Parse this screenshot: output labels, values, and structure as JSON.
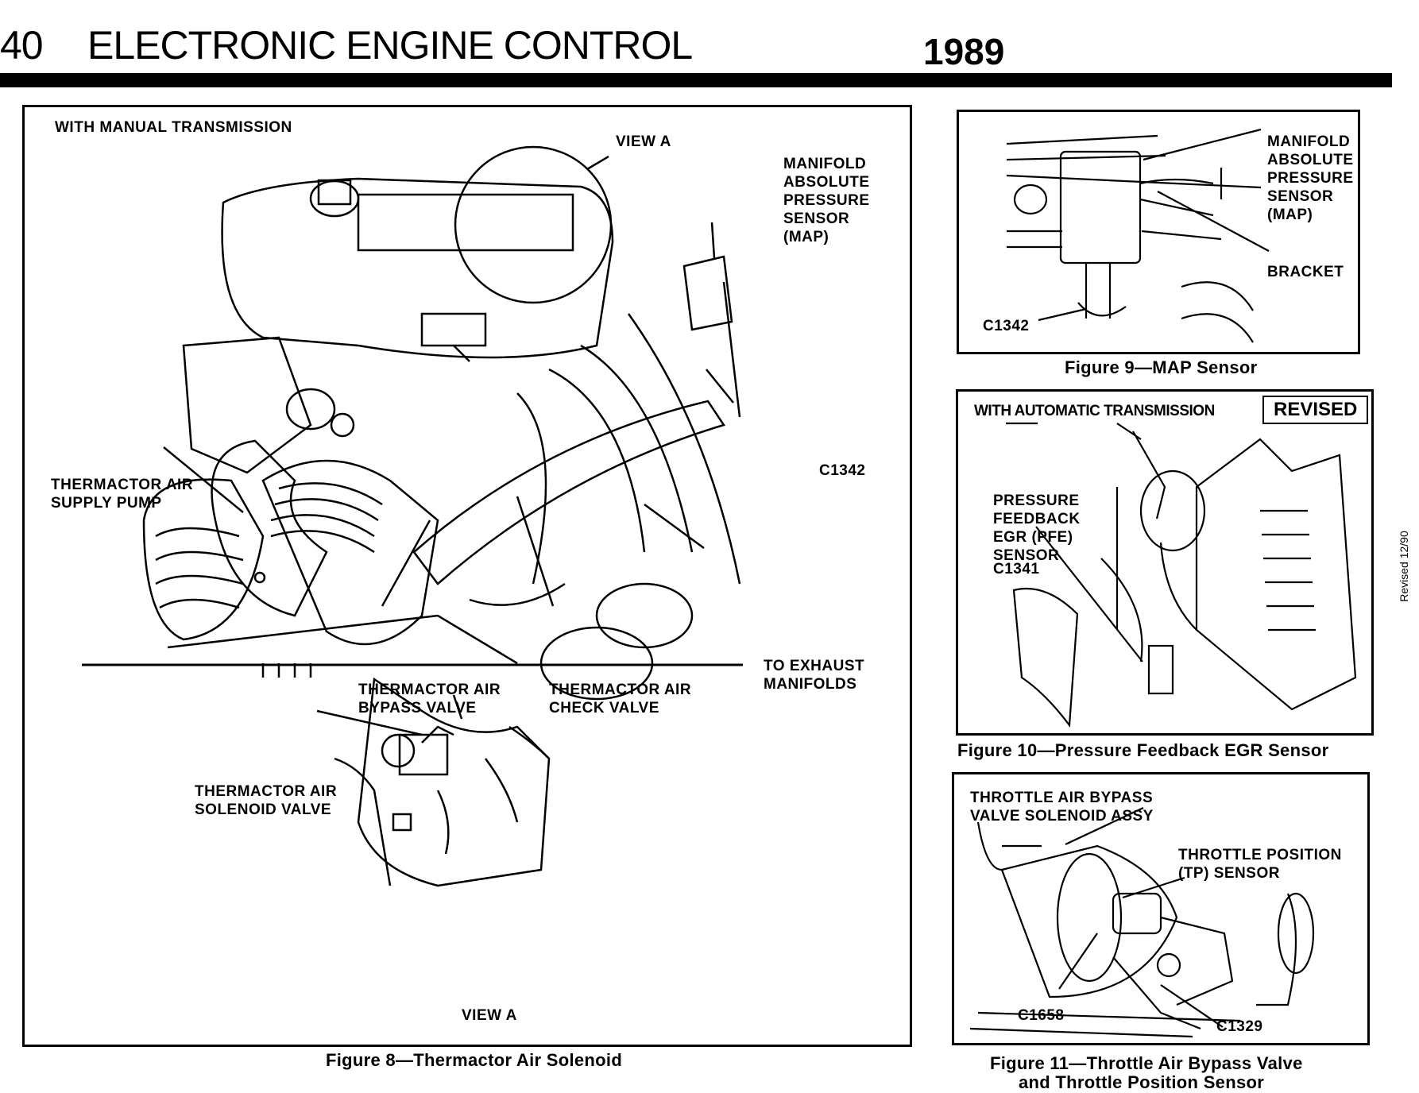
{
  "header": {
    "page_number": "40",
    "title": "ELECTRONIC ENGINE CONTROL",
    "year": "1989"
  },
  "side_note": "Revised 12/90",
  "figure8": {
    "transmission_note": "WITH MANUAL TRANSMISSION",
    "labels": {
      "view_a": "VIEW A",
      "map_sensor": "MANIFOLD\nABSOLUTE\nPRESSURE\nSENSOR\n(MAP)",
      "c1342": "C1342",
      "supply_pump": "THERMACTOR AIR\nSUPPLY PUMP",
      "exhaust": "TO EXHAUST\nMANIFOLDS",
      "bypass_valve": "THERMACTOR AIR\nBYPASS VALVE",
      "check_valve": "THERMACTOR AIR\nCHECK VALVE",
      "solenoid_valve": "THERMACTOR AIR\nSOLENOID VALVE",
      "view_a_bottom": "VIEW A"
    },
    "caption": "Figure 8—Thermactor Air Solenoid"
  },
  "figure9": {
    "labels": {
      "map_sensor": "MANIFOLD\nABSOLUTE\nPRESSURE\nSENSOR\n(MAP)",
      "bracket": "BRACKET",
      "c1342": "C1342"
    },
    "caption": "Figure 9—MAP Sensor"
  },
  "figure10": {
    "transmission_note": "WITH AUTOMATIC TRANSMISSION",
    "revised_badge": "REVISED",
    "labels": {
      "pfe_sensor": "PRESSURE\nFEEDBACK\nEGR (PFE)\nSENSOR",
      "c1341": "C1341"
    },
    "caption": "Figure 10—Pressure Feedback EGR Sensor"
  },
  "figure11": {
    "labels": {
      "bypass_solenoid": "THROTTLE AIR BYPASS\nVALVE SOLENOID ASSY",
      "tp_sensor": "THROTTLE POSITION\n(TP) SENSOR",
      "c1658": "C1658",
      "c1329": "C1329"
    },
    "caption_line1": "Figure 11—Throttle Air Bypass Valve",
    "caption_line2": "and Throttle Position Sensor"
  }
}
